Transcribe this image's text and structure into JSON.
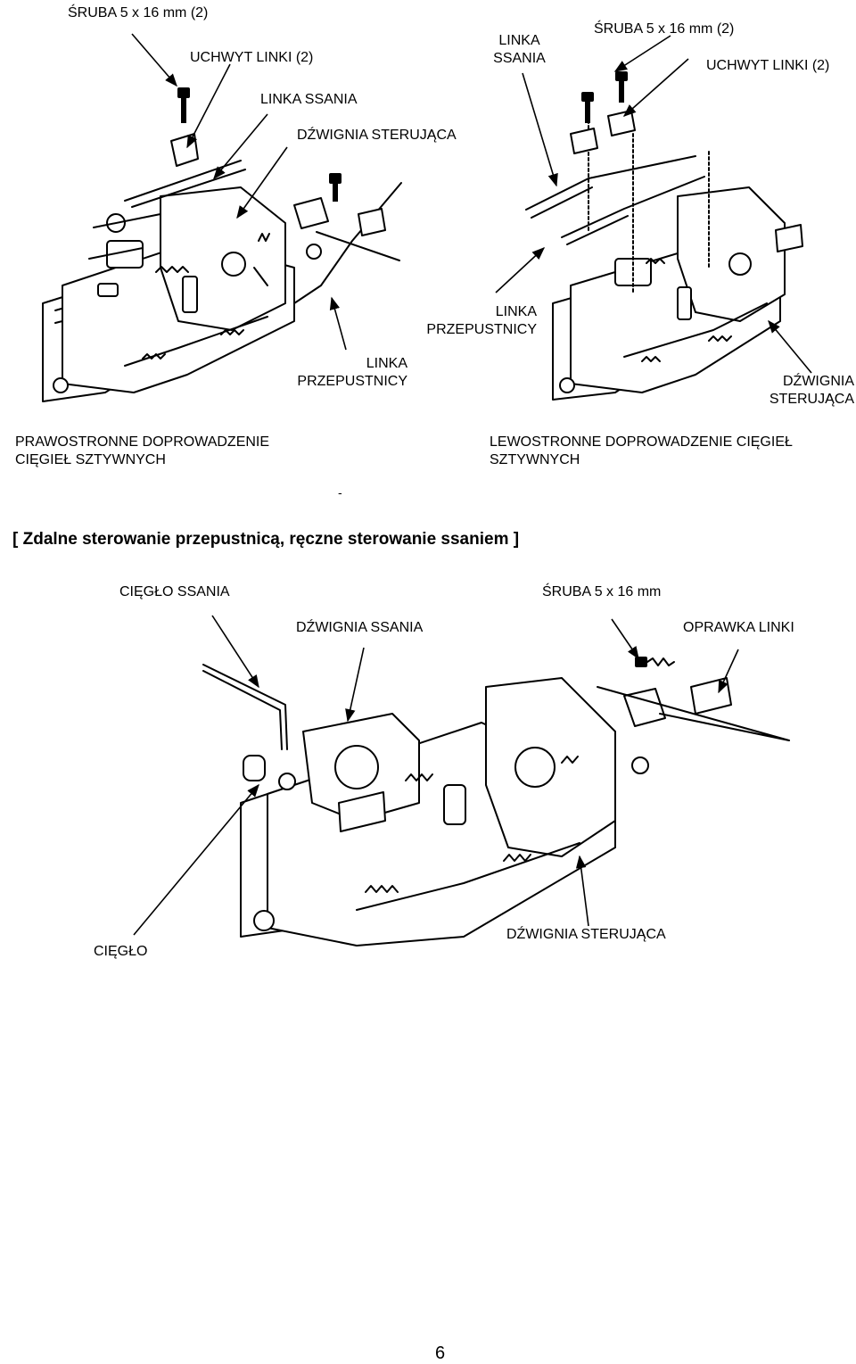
{
  "top_left_labels": {
    "screw_left": "ŚRUBA 5 x 16 mm (2)",
    "holder_left": "UCHWYT LINKI (2)",
    "choke_cable_left": "LINKA SSANIA",
    "control_lever_left": "DŹWIGNIA STERUJĄCA",
    "throttle_cable_left_line1": "LINKA",
    "throttle_cable_left_line2": "PRZEPUSTNICY",
    "caption_left_line1": "PRAWOSTRONNE DOPROWADZENIE",
    "caption_left_line2": "CIĘGIEŁ SZTYWNYCH"
  },
  "top_right_labels": {
    "choke_cable_right_line1": "LINKA",
    "choke_cable_right_line2": "SSANIA",
    "screw_right": "ŚRUBA 5 x 16 mm (2)",
    "holder_right": "UCHWYT LINKI (2)",
    "throttle_cable_right_line1": "LINKA",
    "throttle_cable_right_line2": "PRZEPUSTNICY",
    "control_lever_right_line1": "DŹWIGNIA",
    "control_lever_right_line2": "STERUJĄCA",
    "caption_right_line1": "LEWOSTRONNE DOPROWADZENIE CIĘGIEŁ",
    "caption_right_line2": "SZTYWNYCH"
  },
  "stray_mark": "-",
  "section_title": "[ Zdalne sterowanie przepustnicą, ręczne sterowanie ssaniem ]",
  "bottom_labels": {
    "choke_rod": "CIĘGŁO SSANIA",
    "screw": "ŚRUBA 5 x 16 mm",
    "choke_lever": "DŹWIGNIA SSANIA",
    "cable_housing": "OPRAWKA LINKI",
    "rod": "CIĘGŁO",
    "control_lever": "DŹWIGNIA STERUJĄCA"
  },
  "page_number": "6"
}
